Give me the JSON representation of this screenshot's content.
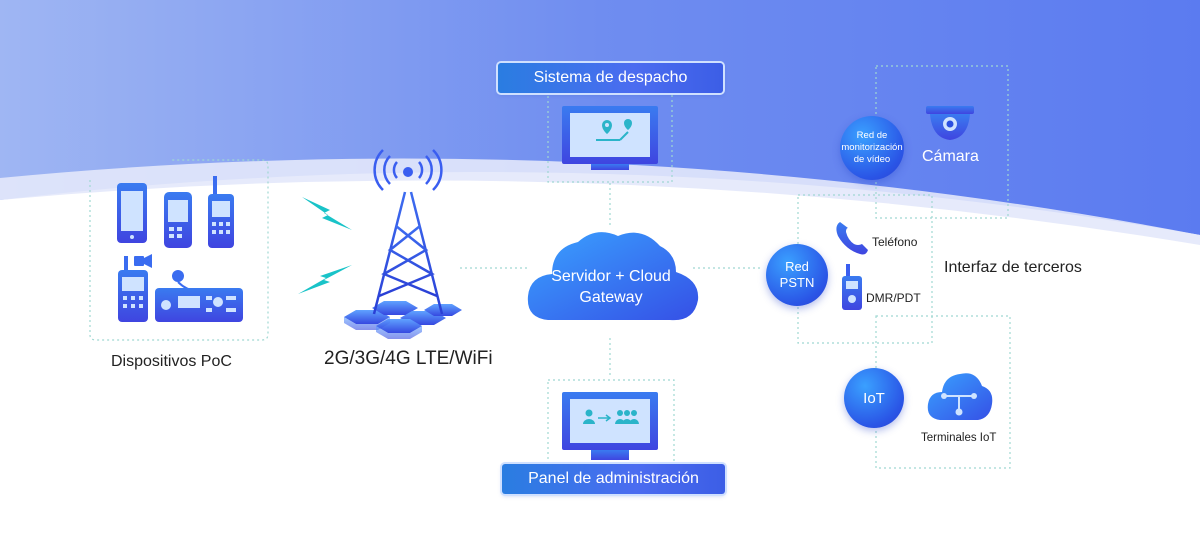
{
  "nodes": {
    "poc_devices": "Dispositivos PoC",
    "network": "2G/3G/4G LTE/WiFi",
    "dispatch": "Sistema de despacho",
    "server_line1": "Servidor + Cloud",
    "server_line2": "Gateway",
    "admin": "Panel de administración",
    "video_net_1": "Red de",
    "video_net_2": "monitorización",
    "video_net_3": "de vídeo",
    "camera": "Cámara",
    "phone": "Teléfono",
    "pstn_1": "Red",
    "pstn_2": "PSTN",
    "dmr": "DMR/PDT",
    "third_party": "Interfaz de terceros",
    "iot": "IoT",
    "iot_terminals": "Terminales IoT"
  },
  "colors": {
    "primary_blue": "#2f64ea",
    "accent_cyan": "#19c3c8",
    "dotted_line": "#9fd8d2"
  },
  "icons": [
    "smartphone-icon",
    "rugged-phone-icon",
    "handheld-radio-icon",
    "radio-camera-icon",
    "mobile-radio-icon",
    "cell-tower-icon",
    "signal-bolt-icon",
    "monitor-map-icon",
    "cloud-icon",
    "monitor-users-icon",
    "dome-camera-icon",
    "phone-icon",
    "walkie-talkie-icon",
    "iot-cloud-icon"
  ]
}
